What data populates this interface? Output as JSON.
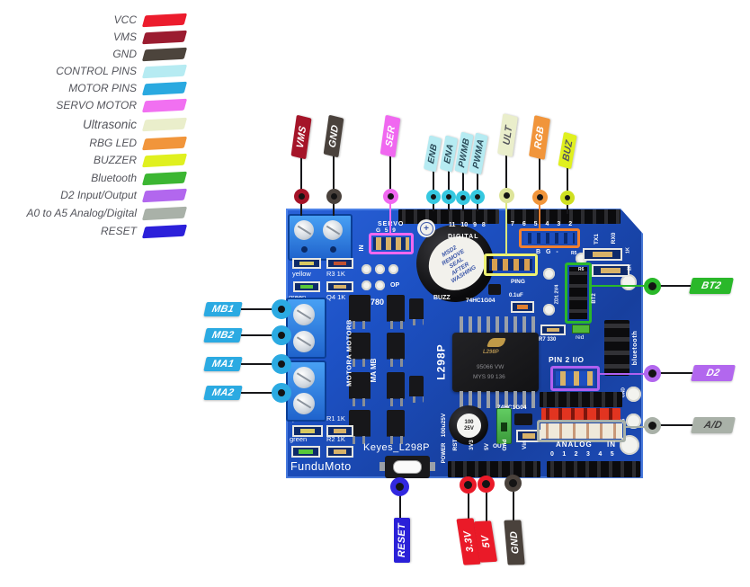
{
  "legend": {
    "items": [
      {
        "label": "VCC",
        "color": "#ec1c2d"
      },
      {
        "label": "VMS",
        "color": "#9b1c30"
      },
      {
        "label": "GND",
        "color": "#4c443c"
      },
      {
        "label": "CONTROL PINS",
        "color": "#b6ebf2"
      },
      {
        "label": "MOTOR PINS",
        "color": "#2aa9e0"
      },
      {
        "label": "SERVO MOTOR",
        "color": "#f170f1"
      },
      {
        "label": "Ultrasonic",
        "color": "#eaeecb"
      },
      {
        "label": "RBG LED",
        "color": "#f1953b"
      },
      {
        "label": "BUZZER",
        "color": "#e0f01f"
      },
      {
        "label": "Bluetooth",
        "color": "#3cb632"
      },
      {
        "label": "D2 Input/Output",
        "color": "#b267ee"
      },
      {
        "label": "A0 to A5 Analog/Digital",
        "color": "#a9b1a8"
      },
      {
        "label": "RESET",
        "color": "#2c20da"
      }
    ]
  },
  "callouts": {
    "top": [
      {
        "text": "VMS",
        "color": "#9b1c30"
      },
      {
        "text": "GND",
        "color": "#4c443c"
      },
      {
        "text": "SER",
        "color": "#f170f1"
      },
      {
        "text": "ENB",
        "color": "#b6ebf2"
      },
      {
        "text": "ENA",
        "color": "#b6ebf2"
      },
      {
        "text": "PWMB",
        "color": "#b6ebf2"
      },
      {
        "text": "PWMA",
        "color": "#b6ebf2"
      },
      {
        "text": "ULT",
        "color": "#eaeecb"
      },
      {
        "text": "RGB",
        "color": "#f1953b"
      },
      {
        "text": "BUZ",
        "color": "#e0f01f"
      }
    ],
    "left": [
      {
        "text": "MB1",
        "color": "#2aa9e0"
      },
      {
        "text": "MB2",
        "color": "#2aa9e0"
      },
      {
        "text": "MA1",
        "color": "#2aa9e0"
      },
      {
        "text": "MA2",
        "color": "#2aa9e0"
      }
    ],
    "right": [
      {
        "text": "BT2",
        "color": "#3cb632"
      },
      {
        "text": "D2",
        "color": "#b267ee"
      },
      {
        "text": "A/D",
        "color": "#a9b1a8"
      }
    ],
    "bottom": [
      {
        "text": "RESET",
        "color": "#2c20da"
      },
      {
        "text": "3.3V",
        "color": "#ec1c2d"
      },
      {
        "text": "5V",
        "color": "#ec1c2d"
      },
      {
        "text": "GND",
        "color": "#4c443c"
      }
    ]
  },
  "board": {
    "pcb_color": "#1d52c6",
    "silkscreen": {
      "in1": "IN",
      "servo": "SERVO",
      "servo_pins": "G 5 9",
      "dig_left": "11 10 9 8",
      "digital": "DIGITAL",
      "dig_right": "7 6 5 4 3 2",
      "tx": "TX1",
      "rx": "RX0",
      "bg": "B G -",
      "ping": "PING",
      "zd": "ZD1 2V4",
      "bt2": "BT2",
      "r5": "R5",
      "r6": "R6",
      "k1": "1K",
      "k2": "2K",
      "buzz": "BUZZ",
      "hc1": "74HC1G04",
      "uf": "0.1uF",
      "l298p_silk": "L298P",
      "hc2": "74HC1G04",
      "r7": "R7 330",
      "red": "red",
      "pin2": "PIN 2 I/O",
      "gps": "G + S",
      "bluetooth": "bluetooth",
      "gnd_pad": "GND",
      "p5_pad": "+5",
      "analog": "ANALOG",
      "in2": "IN",
      "analog_nums": "0 1 2 3 4 5",
      "power": "POWER",
      "rst": "RST",
      "v33": "3V3",
      "v5": "5V",
      "gnd2": "Gnd",
      "vin": "Vin",
      "cap_side": "100u25V",
      "cap_l1": "100",
      "cap_l2": "25V",
      "out": "OUT",
      "y1": "yellow",
      "r3": "R3 1K",
      "g1": "green",
      "q4": "Q4 1K",
      "op": "OP",
      "n780": "780",
      "motorab": "MOTORA MOTORB",
      "mamb": "MA MB",
      "y2": "yellow",
      "r1": "R1 1K",
      "g2": "green",
      "r2": "R2 1K",
      "keyes": "Keyes_L298P",
      "fundu": "FunduMoto"
    },
    "chip": {
      "line1": "L298P",
      "line2": "95066 VW",
      "line3": "MYS 99 136"
    },
    "buzzer": {
      "lines": [
        "MSD2",
        "REMOVE",
        "SEAL",
        "AFTER",
        "WASHING"
      ],
      "plus": "+"
    }
  }
}
